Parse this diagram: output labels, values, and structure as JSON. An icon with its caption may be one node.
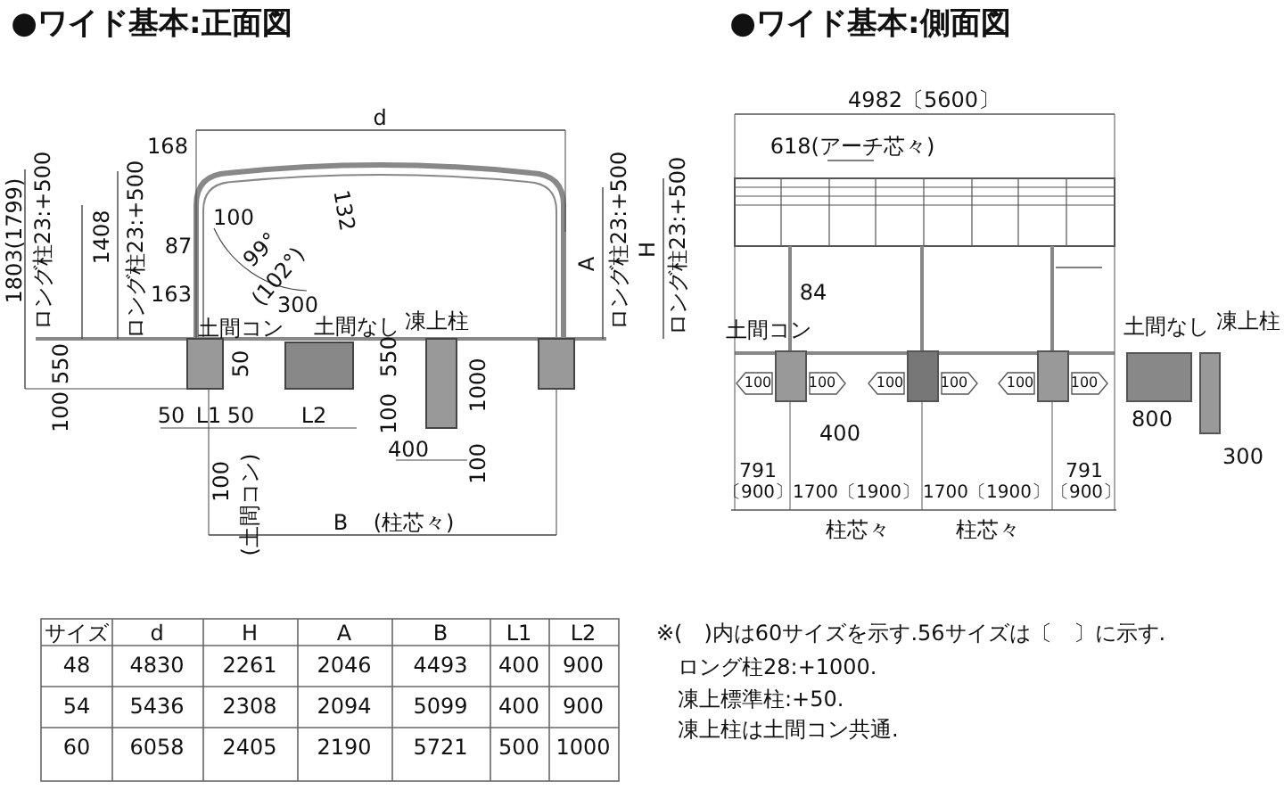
{
  "diagram": {
    "labels": [
      "●ワイド基本:正面図",
      "●ワイド基本:側面図",
      "d",
      "168",
      "1803(1799)",
      "ロング柱23:+500",
      "1408",
      "ロング柱23:+500",
      "100",
      "132",
      "87",
      "99°",
      "(102°)",
      "163",
      "300",
      "A",
      "ロング柱23:+500",
      "H",
      "ロング柱23:+500",
      "土間コン",
      "土間なし",
      "凍上柱",
      "550",
      "100",
      "50",
      "550",
      "100",
      "1000",
      "50",
      "L1",
      "50",
      "L2",
      "400",
      "100",
      "100",
      "(土間コン)",
      "B",
      "(柱芯々)",
      "4982〔5600〕",
      "618(アーチ芯々)",
      "84",
      "土間コン",
      "土間なし",
      "凍上柱",
      "100",
      "100",
      "100",
      "100",
      "100",
      "100",
      "400",
      "800",
      "300",
      "791",
      "〔900〕",
      "1700〔1900〕",
      "1700〔1900〕",
      "791",
      "〔900〕",
      "柱芯々",
      "柱芯々",
      "サイズ",
      "d",
      "H",
      "A",
      "B",
      "L1",
      "L2",
      "48",
      "4830",
      "2261",
      "2046",
      "4493",
      "400",
      "900",
      "54",
      "5436",
      "2308",
      "2094",
      "5099",
      "400",
      "900",
      "60",
      "6058",
      "2405",
      "2190",
      "5721",
      "500",
      "1000",
      "※(　)内は60サイズを示す.56サイズは〔　〕に示す.",
      "ロング柱28:+1000.",
      "凍上標準柱:+50.",
      "凍上柱は土間コン共通."
    ]
  }
}
